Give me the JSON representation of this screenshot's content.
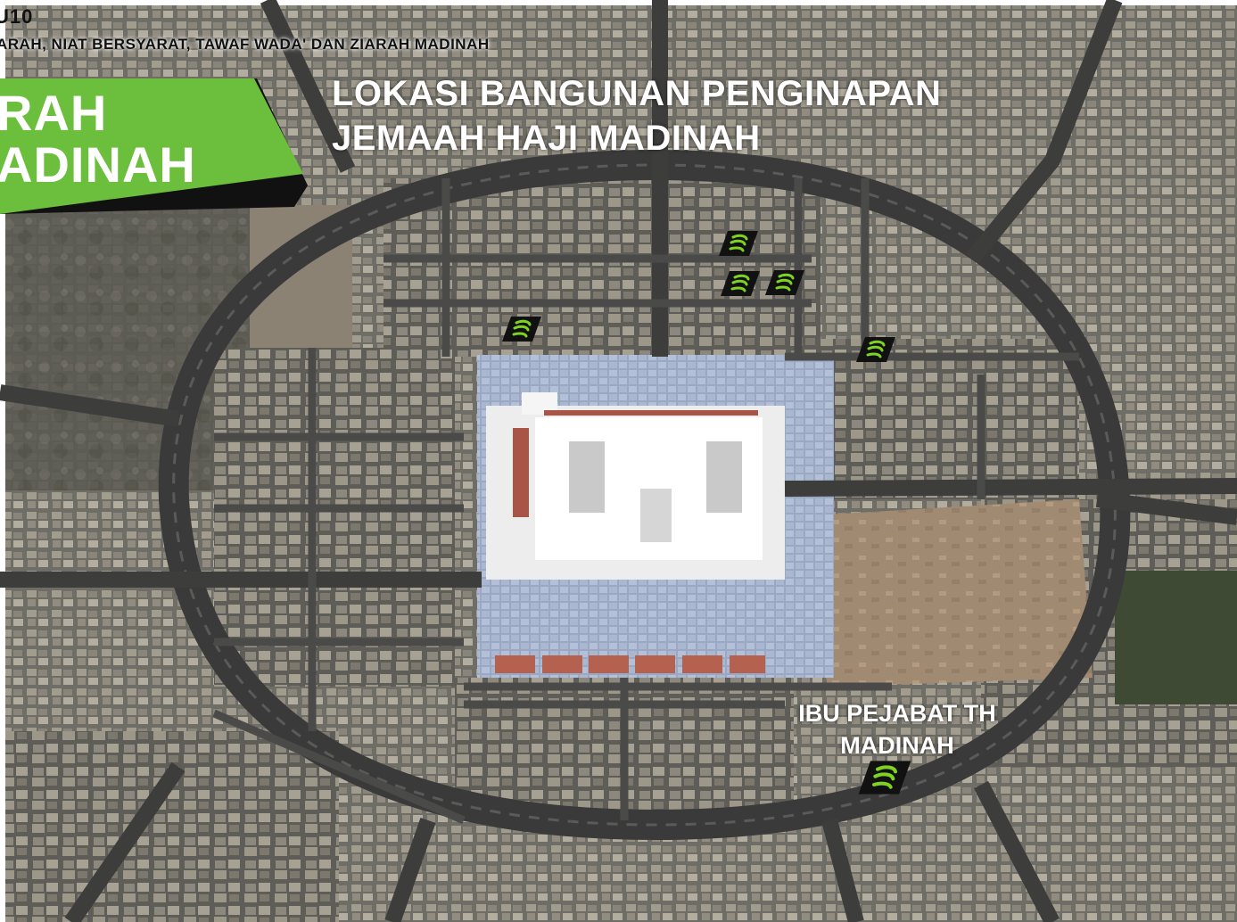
{
  "header": {
    "page_number": "U10",
    "subtitle": "ARAH, NIAT BERSYARAT, TAWAF WADA' DAN ZIARAH MADINAH"
  },
  "banner": {
    "line1": "RAH",
    "line2": "ADINAH",
    "color": "#6cbf3c"
  },
  "map": {
    "title_line1": "LOKASI BANGUNAN  PENGINAPAN",
    "title_line2": "JEMAAH HAJI  MADINAH",
    "office_label_line1": "IBU PEJABAT TH",
    "office_label_line2": "MADINAH",
    "marker_icon": "tabung-haji-logo-icon",
    "marker_color": "#7ed321"
  }
}
